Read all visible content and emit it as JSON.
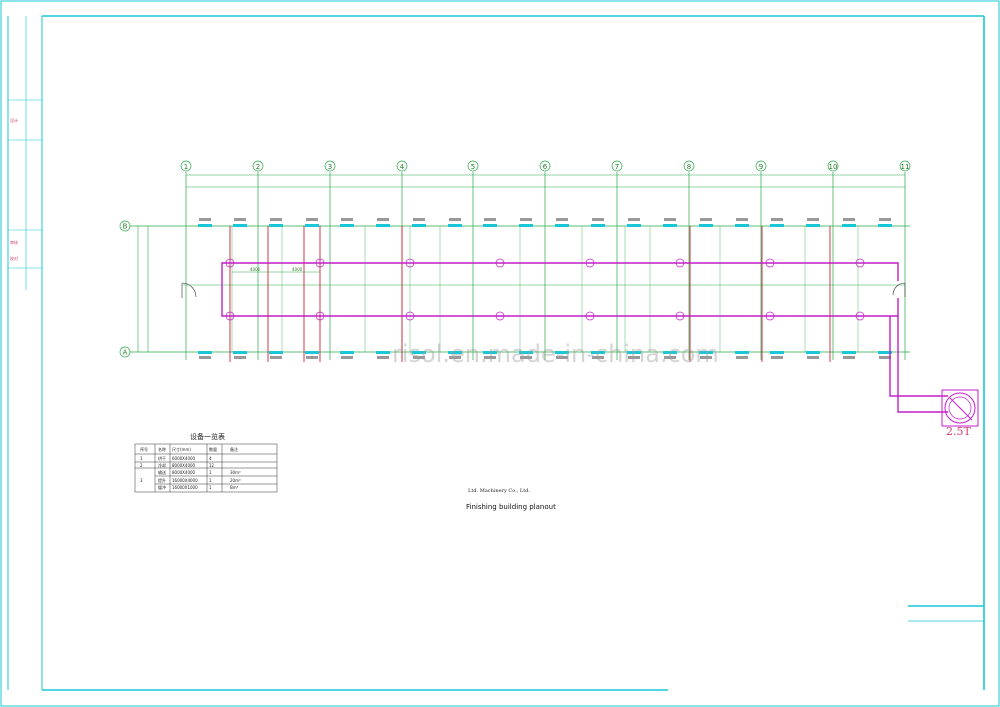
{
  "sheet": {
    "company": "Ltd. Machinery Co., Ltd.",
    "plan_title": "Finishing building planout",
    "watermark": "risol.en.made-in-china.com"
  },
  "grid": {
    "columns": [
      "1",
      "2",
      "3",
      "4",
      "5",
      "6",
      "7",
      "8",
      "9",
      "10",
      "11"
    ],
    "rows": [
      "A",
      "B"
    ]
  },
  "dimensions": {
    "left_inner": "4000",
    "right_inner": "4000"
  },
  "equipment_table": {
    "title": "设备一览表",
    "headers": [
      "序号",
      "名称",
      "尺寸(mm)",
      "数量",
      "备注"
    ],
    "rows": [
      [
        "1",
        "烘干",
        "6000X4000",
        "4",
        ""
      ],
      [
        "2",
        "冷却",
        "8000X4000",
        "12",
        ""
      ],
      [
        "",
        "输送",
        "8000X4000",
        "1",
        "30m³"
      ],
      [
        "3",
        "提升",
        "16000X4000",
        "1",
        "20m³"
      ],
      [
        "",
        "缓冲",
        "16000X1000",
        "1",
        "Bm³"
      ]
    ]
  },
  "tank": {
    "label": "2.5T"
  },
  "title_block": {
    "label_a": "设计",
    "label_b": "审核",
    "label_c": "校对"
  },
  "colors": {
    "frame": "#19c7d6",
    "grid": "#2aa84a",
    "pipe": "#c21fc8",
    "wall": "#cc2233",
    "equipment": "#19c7d6"
  }
}
